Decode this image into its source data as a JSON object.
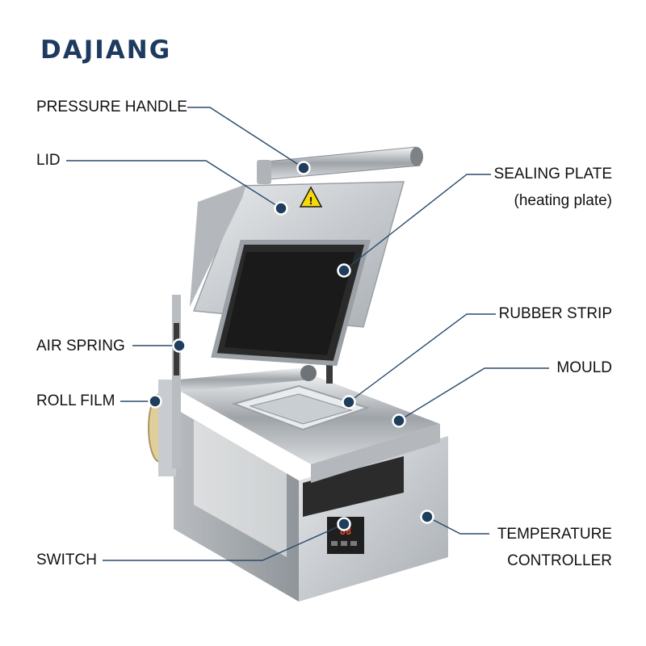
{
  "brand": {
    "name": "DAJIANG"
  },
  "labels": {
    "pressure_handle": "PRESSURE HANDLE",
    "lid": "LID",
    "air_spring": "AIR SPRING",
    "roll_film": "ROLL FILM",
    "switch": "SWITCH",
    "sealing_plate": "SEALING PLATE",
    "sealing_plate_sub": "(heating plate)",
    "rubber_strip": "RUBBER STRIP",
    "mould": "MOULD",
    "temperature_controller_1": "TEMPERATURE",
    "temperature_controller_2": "CONTROLLER"
  },
  "colors": {
    "brand": "#1e3a5f",
    "leader": "#2a4a6b",
    "dot": "#1f3d5c",
    "steel": "#c9cdd1",
    "warning_yellow": "#f5d90a"
  },
  "icons": [
    "warning-triangle-icon"
  ]
}
